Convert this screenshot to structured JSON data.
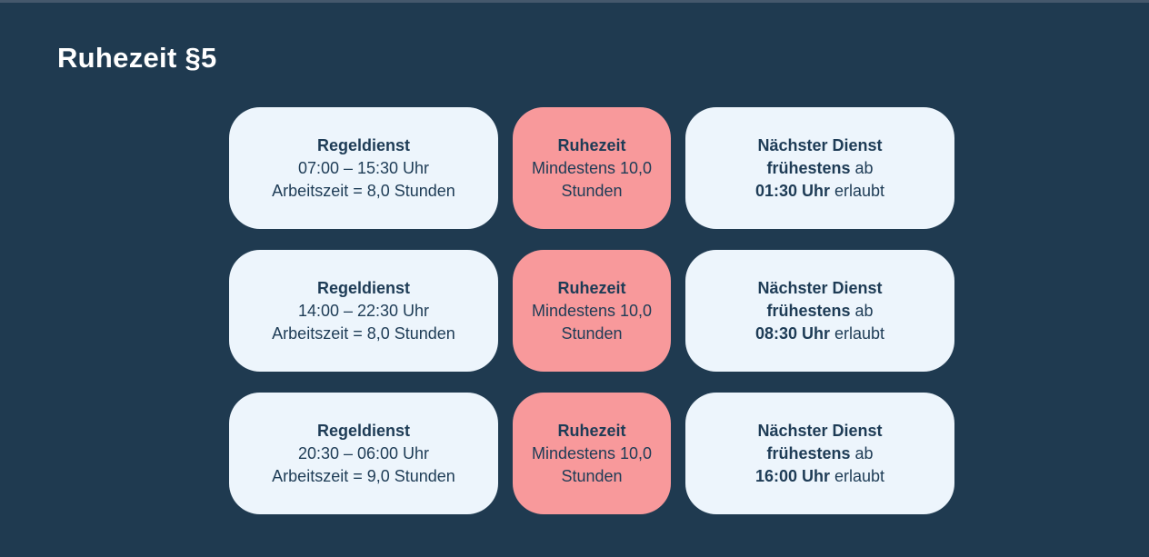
{
  "page": {
    "title": "Ruhezeit §5"
  },
  "colors": {
    "background": "#1f3a50",
    "top_strip": "#45586c",
    "card_light": "#edf5fc",
    "card_pink": "#f8999b",
    "text_dark": "#1e3c56",
    "title_text": "#ffffff"
  },
  "rows": [
    {
      "regeldienst": {
        "title": "Regeldienst",
        "time": "07:00 – 15:30 Uhr",
        "work": "Arbeitszeit = 8,0 Stunden"
      },
      "ruhezeit": {
        "title": "Ruhezeit",
        "detail": "Mindestens 10,0 Stunden"
      },
      "next": {
        "title": "Nächster Dienst",
        "line2_bold": "frühestens",
        "line2_rest": " ab",
        "line3_bold": "01:30 Uhr",
        "line3_rest": " erlaubt"
      }
    },
    {
      "regeldienst": {
        "title": "Regeldienst",
        "time": "14:00 – 22:30 Uhr",
        "work": "Arbeitszeit = 8,0 Stunden"
      },
      "ruhezeit": {
        "title": "Ruhezeit",
        "detail": "Mindestens 10,0 Stunden"
      },
      "next": {
        "title": "Nächster Dienst",
        "line2_bold": "frühestens",
        "line2_rest": " ab",
        "line3_bold": "08:30 Uhr",
        "line3_rest": " erlaubt"
      }
    },
    {
      "regeldienst": {
        "title": "Regeldienst",
        "time": "20:30 – 06:00 Uhr",
        "work": "Arbeitszeit = 9,0 Stunden"
      },
      "ruhezeit": {
        "title": "Ruhezeit",
        "detail": "Mindestens 10,0 Stunden"
      },
      "next": {
        "title": "Nächster Dienst",
        "line2_bold": "frühestens",
        "line2_rest": " ab",
        "line3_bold": "16:00 Uhr",
        "line3_rest": " erlaubt"
      }
    }
  ]
}
